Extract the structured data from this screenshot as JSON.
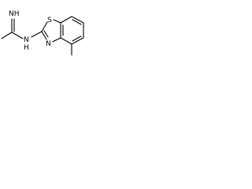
{
  "molecule": {
    "labels": {
      "imine_nh": "NH",
      "amine_n": "N",
      "amine_h": "H",
      "thiazole_s": "S",
      "thiazole_n": "N"
    }
  }
}
